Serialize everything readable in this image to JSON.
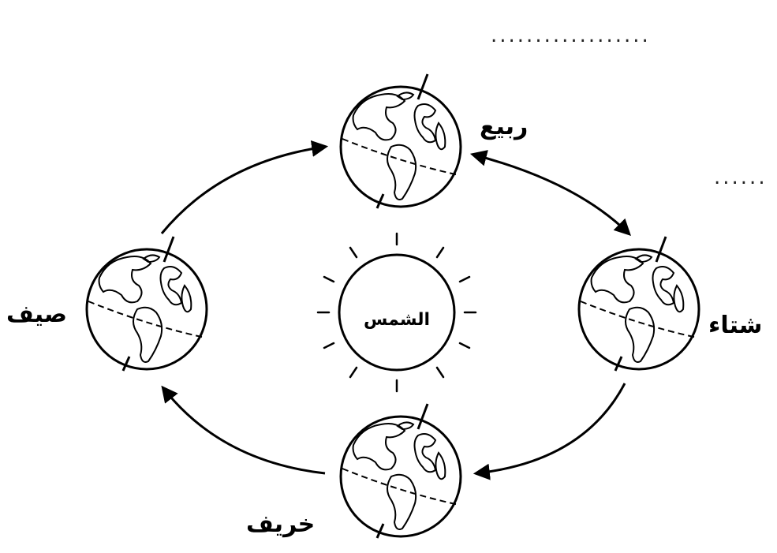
{
  "answer_lines": {
    "line1": "..................",
    "line2": "......"
  },
  "sun": {
    "label": "الشمس"
  },
  "seasons": {
    "spring": "ربيع",
    "summer": "صيف",
    "autumn": "خريف",
    "winter": "شتاء"
  },
  "icons": {
    "earth": "earth-globe-icon",
    "sun": "sun-icon"
  },
  "colors": {
    "ink": "#000000",
    "background": "#ffffff"
  }
}
